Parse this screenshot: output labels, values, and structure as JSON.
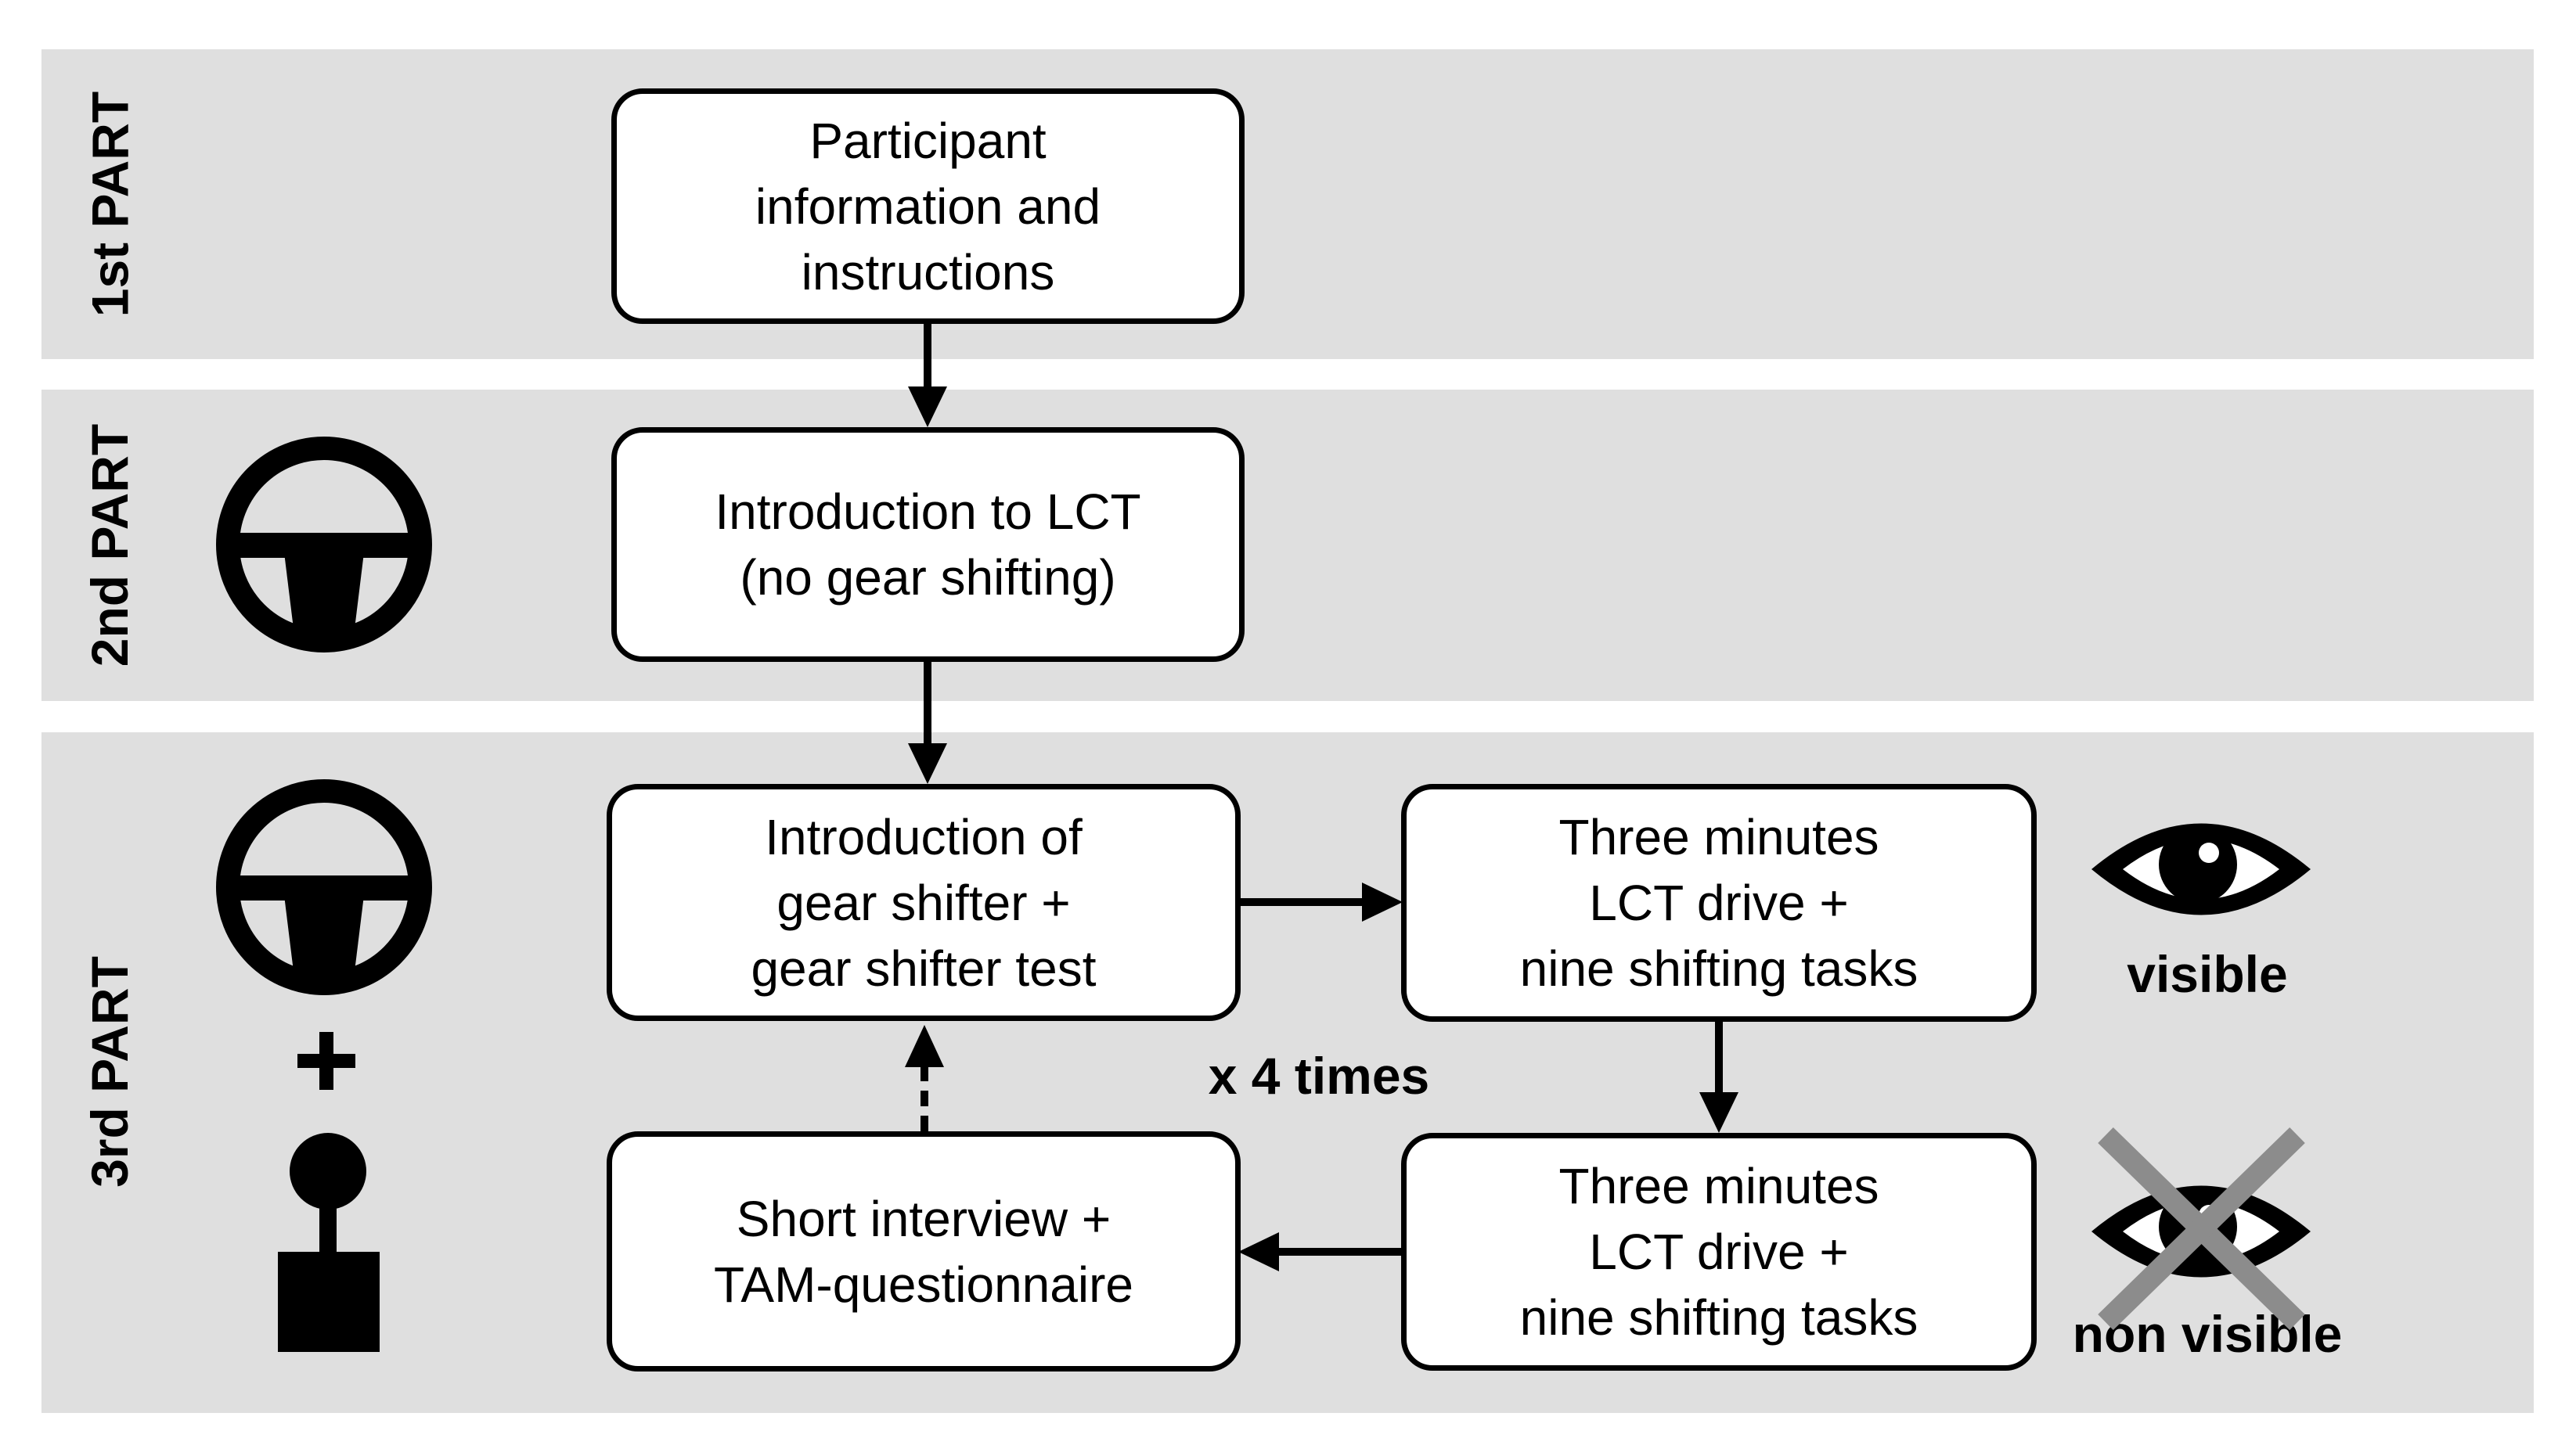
{
  "parts": [
    {
      "label": "1st PART"
    },
    {
      "label": "2nd PART"
    },
    {
      "label": "3rd PART"
    }
  ],
  "boxes": {
    "participant_info": [
      "Participant",
      "information and",
      "instructions"
    ],
    "intro_lct": [
      "Introduction to LCT",
      "(no gear shifting)"
    ],
    "intro_gear": [
      "Introduction of",
      "gear shifter +",
      "gear shifter test"
    ],
    "drive_visible": [
      "Three minutes",
      "LCT drive +",
      "nine shifting tasks"
    ],
    "drive_nonvisible": [
      "Three minutes",
      "LCT drive +",
      "nine shifting tasks"
    ],
    "interview": [
      "Short interview +",
      "TAM-questionnaire"
    ]
  },
  "loop_label": "x 4 times",
  "visible_label": "visible",
  "non_visible_label": "non visible",
  "icons": {
    "steering_wheel": "steering-wheel-icon",
    "plus": "plus-icon",
    "gear_shifter": "gear-shifter-icon",
    "eye": "eye-icon",
    "cross": "cross-icon"
  },
  "colors": {
    "band": "#dfdfdf",
    "box_fill": "#ffffff",
    "stroke": "#000000",
    "cross": "#8c8c8c"
  }
}
